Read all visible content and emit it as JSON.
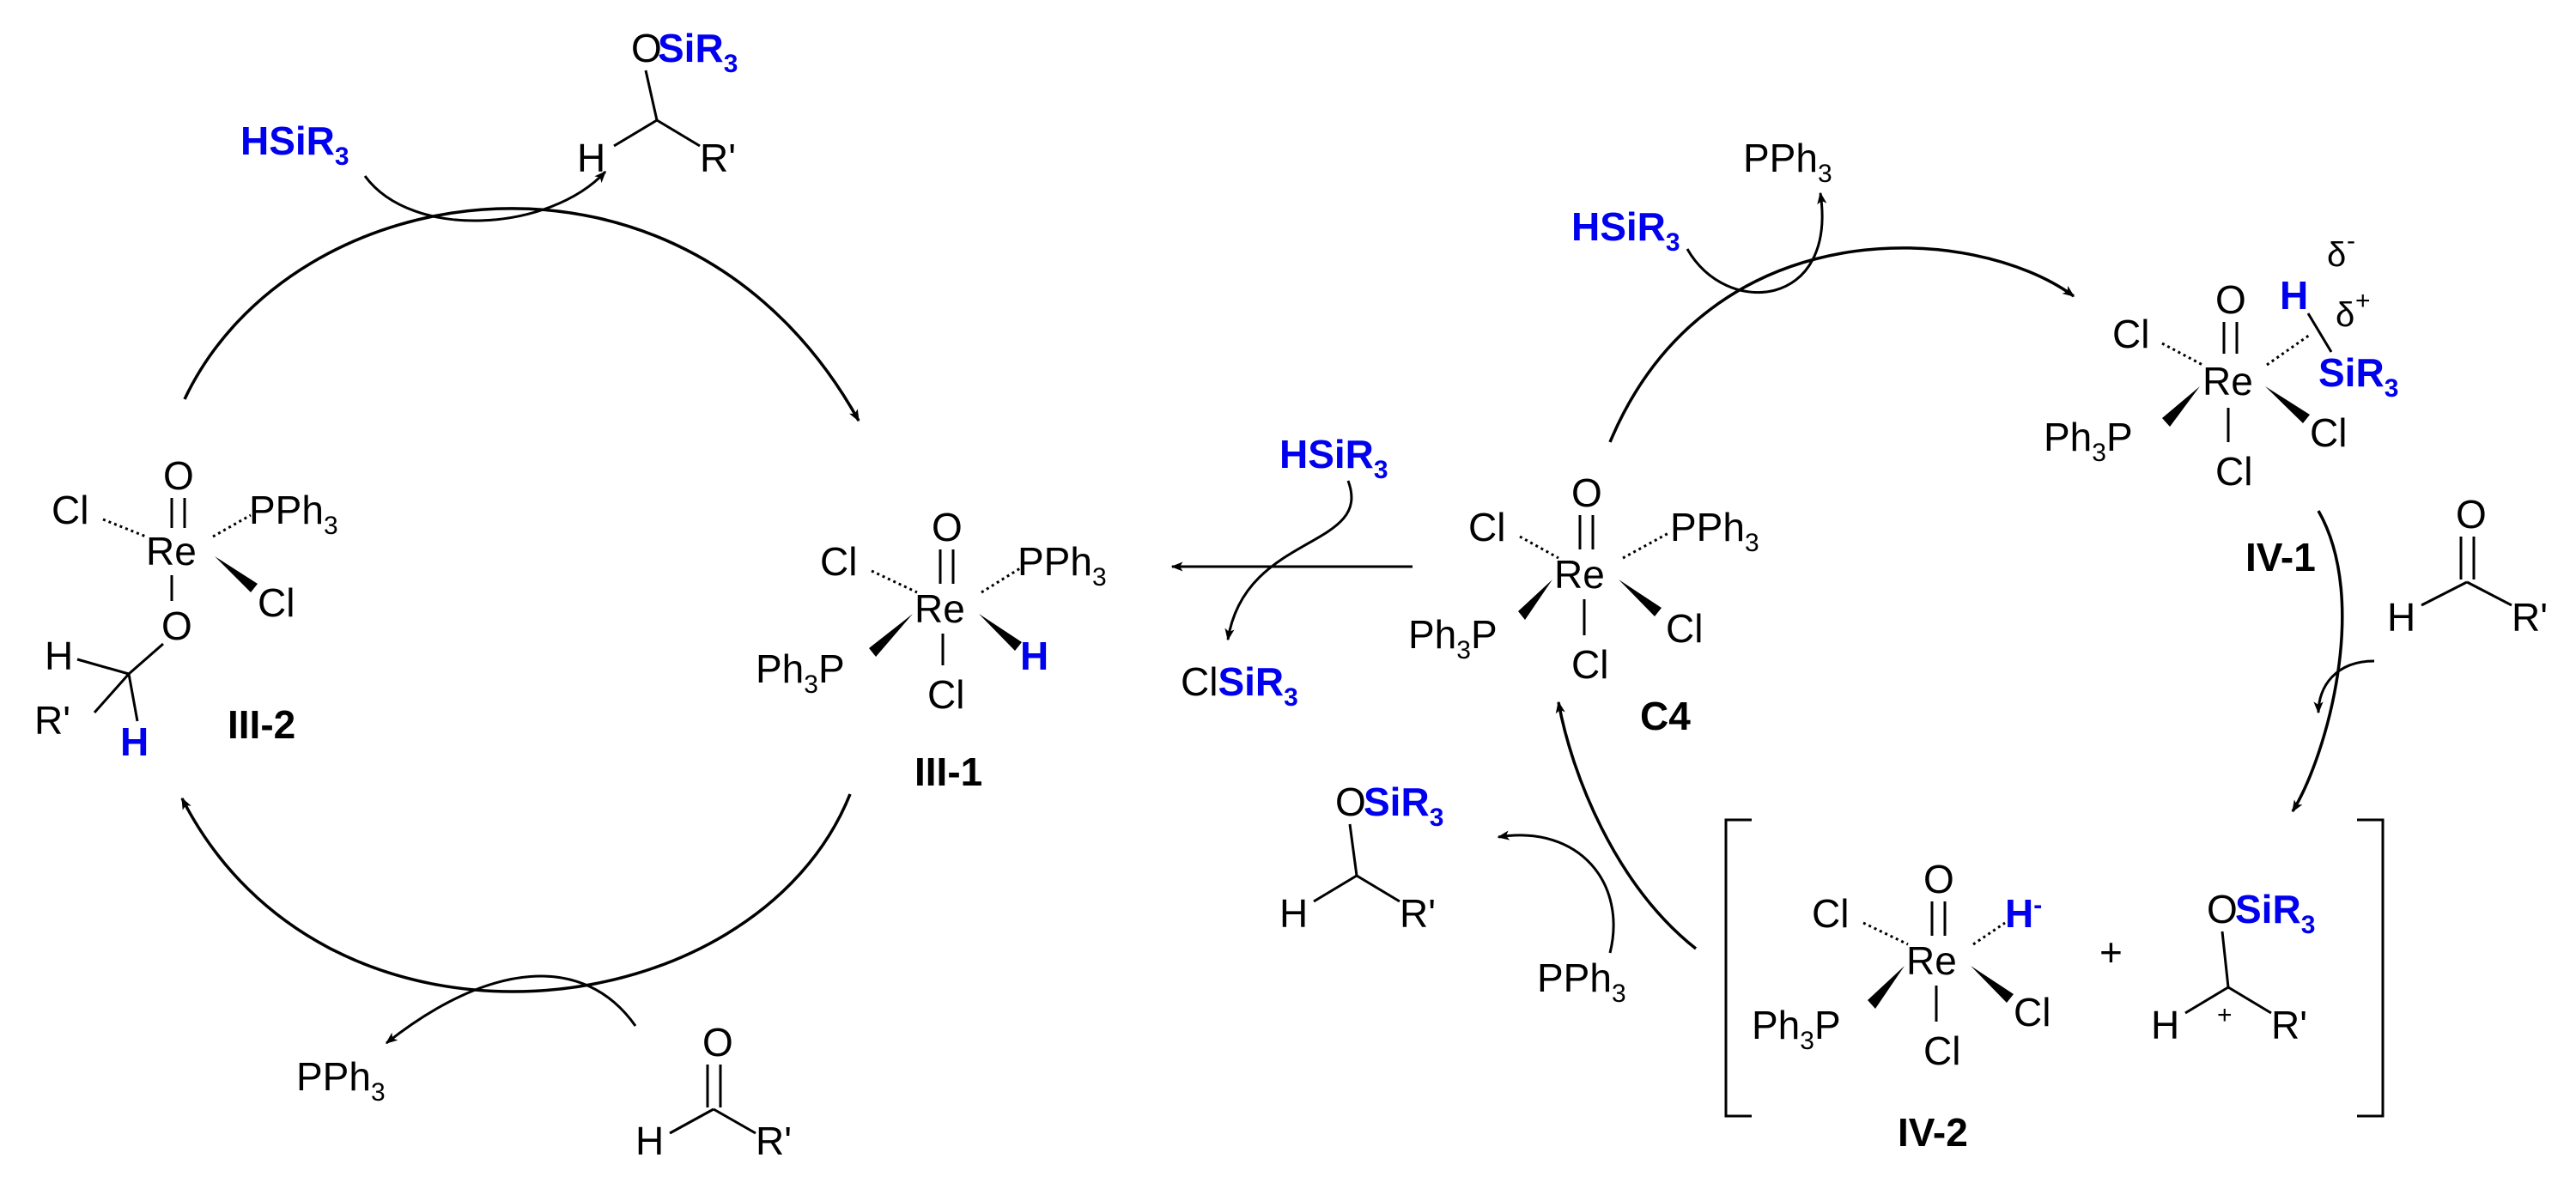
{
  "labels": {
    "hsir3": "HSiR",
    "sir3": "SiR",
    "osir3_o": "O",
    "cl": "Cl",
    "cl_blue": "SiR",
    "clsir3_cl": "Cl",
    "pph3": "PPh",
    "ph3p_a": "Ph",
    "ph3p_b": "P",
    "re": "Re",
    "o": "O",
    "h": "H",
    "rprime": "R'",
    "sub3": "3",
    "minus": "-",
    "plus": "+",
    "charge_plus": "+",
    "delta": "δ"
  },
  "compounds": {
    "iii2": "III-2",
    "iii1": "III-1",
    "c4": "C4",
    "iv1": "IV-1",
    "iv2": "IV-2"
  },
  "colors": {
    "silane": "#0000ee",
    "ink": "#000000"
  }
}
